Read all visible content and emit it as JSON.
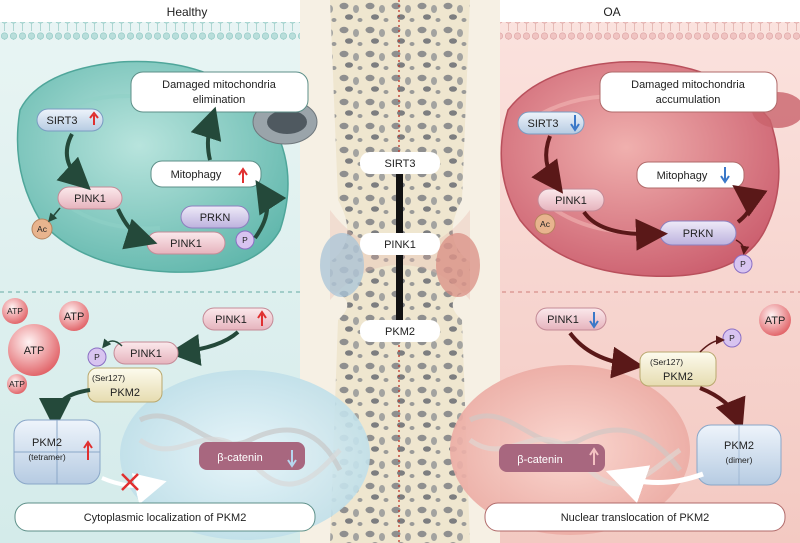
{
  "panels": {
    "left": {
      "title": "Healthy",
      "damaged_box": [
        "Damaged mitochondria",
        "elimination"
      ],
      "sirt3": "SIRT3",
      "pink1": "PINK1",
      "ac": "Ac",
      "pink1_b": "PINK1",
      "prkn": "PRKN",
      "p": "P",
      "mitophagy": "Mitophagy",
      "atp": [
        "ATP",
        "ATP",
        "ATP",
        "ATP"
      ],
      "pink1_c": "PINK1",
      "pink1_d": "PINK1",
      "p2": "P",
      "ser127": "(Ser127)",
      "pkm2": "PKM2",
      "pkm2_tetramer": "PKM2",
      "tetramer": "(tetramer)",
      "beta_catenin": "β-catenin",
      "caption": "Cytoplasmic localization of PKM2"
    },
    "center": {
      "sirt3": "SIRT3",
      "pink1": "PINK1",
      "pkm2": "PKM2"
    },
    "right": {
      "title": "OA",
      "damaged_box": [
        "Damaged mitochondria",
        "accumulation"
      ],
      "sirt3": "SIRT3",
      "pink1": "PINK1",
      "ac": "Ac",
      "prkn": "PRKN",
      "p": "P",
      "mitophagy": "Mitophagy",
      "atp": "ATP",
      "pink1_c": "PINK1",
      "p2": "P",
      "ser127": "(Ser127)",
      "pkm2": "PKM2",
      "pkm2_dimer": "PKM2",
      "dimer": "(dimer)",
      "beta_catenin": "β-catenin",
      "caption": "Nuclear translocation of PKM2"
    }
  },
  "colors": {
    "healthy_bg": "#dcefee",
    "oa_bg": "#f6d2cc",
    "mito_green": "#6cc0b6",
    "mito_red": "#d9747a",
    "up_arrow": "#e03030",
    "down_arrow": "#3a78c8",
    "arrow_dark": "#2a4d3c",
    "arrow_dark_red": "#5a1e1e",
    "beta_catenin": "#a8677f"
  }
}
